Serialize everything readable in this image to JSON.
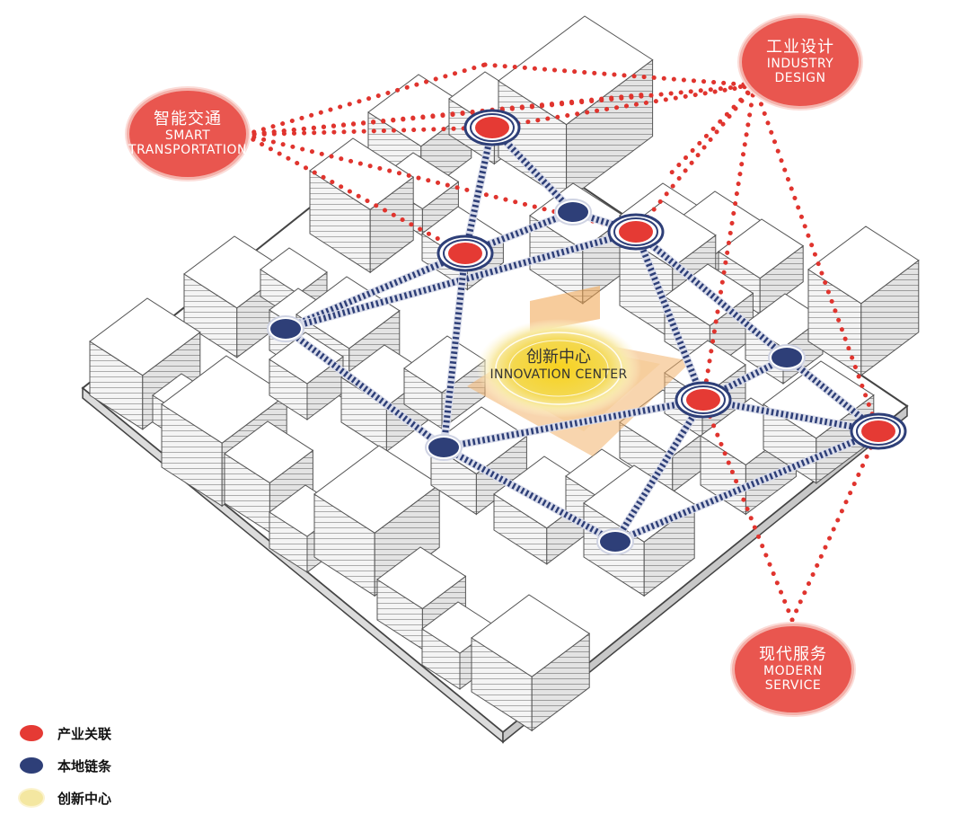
{
  "nodes": {
    "transport": {
      "zh": "智能交通",
      "en1": "SMART",
      "en2": "TRANSPORTATION"
    },
    "industry": {
      "zh": "工业设计",
      "en1": "INDUSTRY",
      "en2": "DESIGN"
    },
    "service": {
      "zh": "现代服务",
      "en1": "MODERN",
      "en2": "SERVICE"
    }
  },
  "center": {
    "zh": "创新中心",
    "en": "INNOVATION CENTER"
  },
  "legend": [
    {
      "label": "产业关联",
      "color": "#e53a34"
    },
    {
      "label": "本地链条",
      "color": "#2e3f78"
    },
    {
      "label": "创新中心",
      "color": "#f4e7a1"
    }
  ],
  "colors": {
    "red": "#e53a34",
    "blue": "#2e3f78",
    "bubble": "#e9564f",
    "orange": "#f1a24a",
    "yellow": "#f2d64b"
  }
}
